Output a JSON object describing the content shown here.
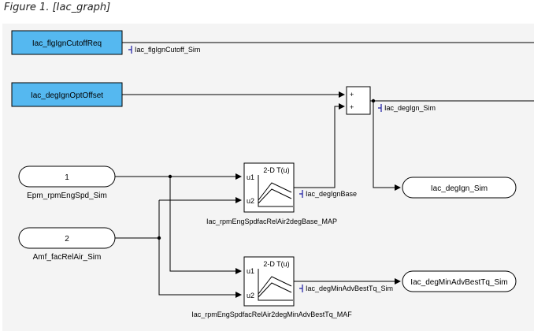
{
  "caption": "Figure 1. [Iac_graph]",
  "colors": {
    "canvas_bg": "#f4f4f4",
    "inport_fill": "#55b8f0",
    "line": "#000000",
    "signal_mark": "#1a1aa0"
  },
  "inports": [
    {
      "label": "Iac_flgIgnCutoffReq"
    },
    {
      "label": "Iac_degIgnOptOffset"
    }
  ],
  "input_ports": [
    {
      "number": "1",
      "name": "Epm_rpmEngSpd_Sim"
    },
    {
      "number": "2",
      "name": "Amf_facRelAir_Sim"
    }
  ],
  "sum_block": {
    "signs": [
      "+",
      "+"
    ]
  },
  "lookup_tables": [
    {
      "title": "2-D T(u)",
      "port1": "u1",
      "port2": "u2",
      "name": "Iac_rpmEngSpdfacRelAir2degBase_MAP"
    },
    {
      "title": "2-D T(u)",
      "port1": "u1",
      "port2": "u2",
      "name": "Iac_rpmEngSpdfacRelAir2degMinAdvBestTq_MAF"
    }
  ],
  "signals": [
    {
      "label": "Iac_flgIgnCutoff_Sim"
    },
    {
      "label": "Iac_degIgn_Sim"
    },
    {
      "label": "Iac_degIgnBase"
    },
    {
      "label": "Iac_degMinAdvBestTq_Sim"
    }
  ],
  "outports": [
    {
      "label": "Iac_degIgn_Sim"
    },
    {
      "label": "Iac_degMinAdvBestTq_Sim"
    }
  ]
}
